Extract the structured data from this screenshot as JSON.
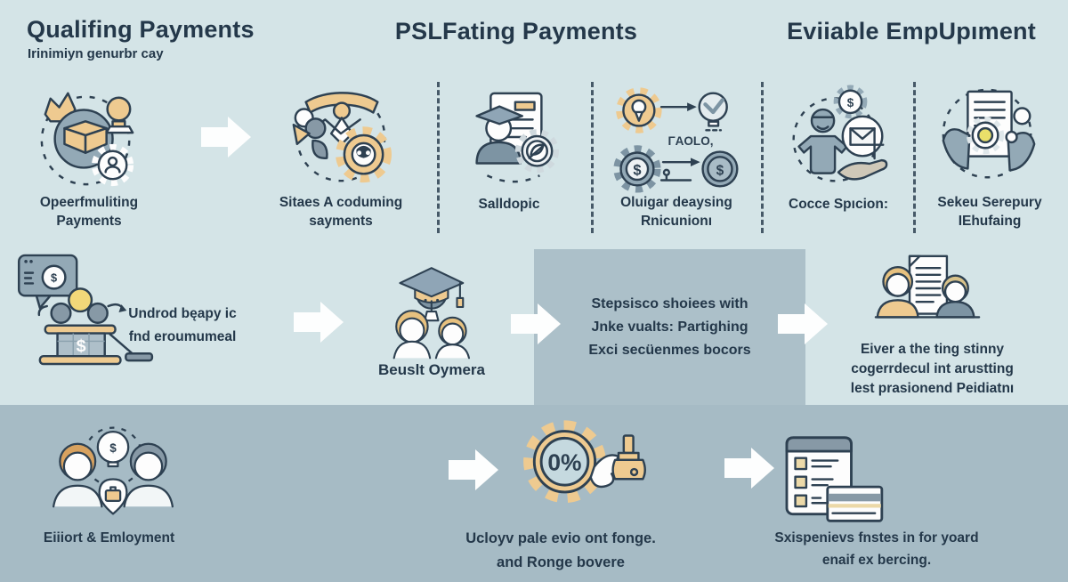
{
  "palette": {
    "bg_top": "#d4e4e7",
    "bg_bottom": "#a6bbc5",
    "panel": "#acc0c9",
    "ink": "#24384a",
    "tan": "#eeca90",
    "slate": "#93a9b6",
    "gray": "#8799a6",
    "yellow": "#f2d879",
    "white": "#fdfdfd"
  },
  "headers": {
    "left": {
      "title": "Qualifing Payments",
      "subtitle": "Irinimiyn genurbr cay"
    },
    "center": {
      "title": "PSLFating Payments"
    },
    "right": {
      "title": "Eviiable EmpUpıment"
    }
  },
  "row1": {
    "items": [
      {
        "label": "Opeerfmuliting\nPayments"
      },
      {
        "label": "Sitaes A coduming\nsayments"
      },
      {
        "label": "Salldopic"
      },
      {
        "label": "Oluigar deaysing\nRnicunionı"
      },
      {
        "label": "Cocce Spıcion:"
      },
      {
        "label": "Sekeu Serepury\nIEhufaing"
      }
    ]
  },
  "row2": {
    "left_text": "Undrod bęapy ic\nfnd eroumumeal",
    "grad_label": "Beuslt Oymera",
    "panel_text": "Stepsisco shoiees with\nJnke vualts: Partighing\nExci secüenmes bocors",
    "right_text": "Eiver a the ting stinny\ncogerrdecul int arustting\nlest prasionend Peidiatnı"
  },
  "row3": {
    "left_label": "Eiiiort & Emloyment",
    "mid_label": "Ucloyv pale evio ont fonge.\nand Ronge bovere",
    "right_label": "Sxispenievs fnstes in for yoard\nenaif ex bercing."
  },
  "glyphs": {
    "dollar": "$",
    "percent": "0%",
    "stamp_label": "ΓAOLO,"
  }
}
